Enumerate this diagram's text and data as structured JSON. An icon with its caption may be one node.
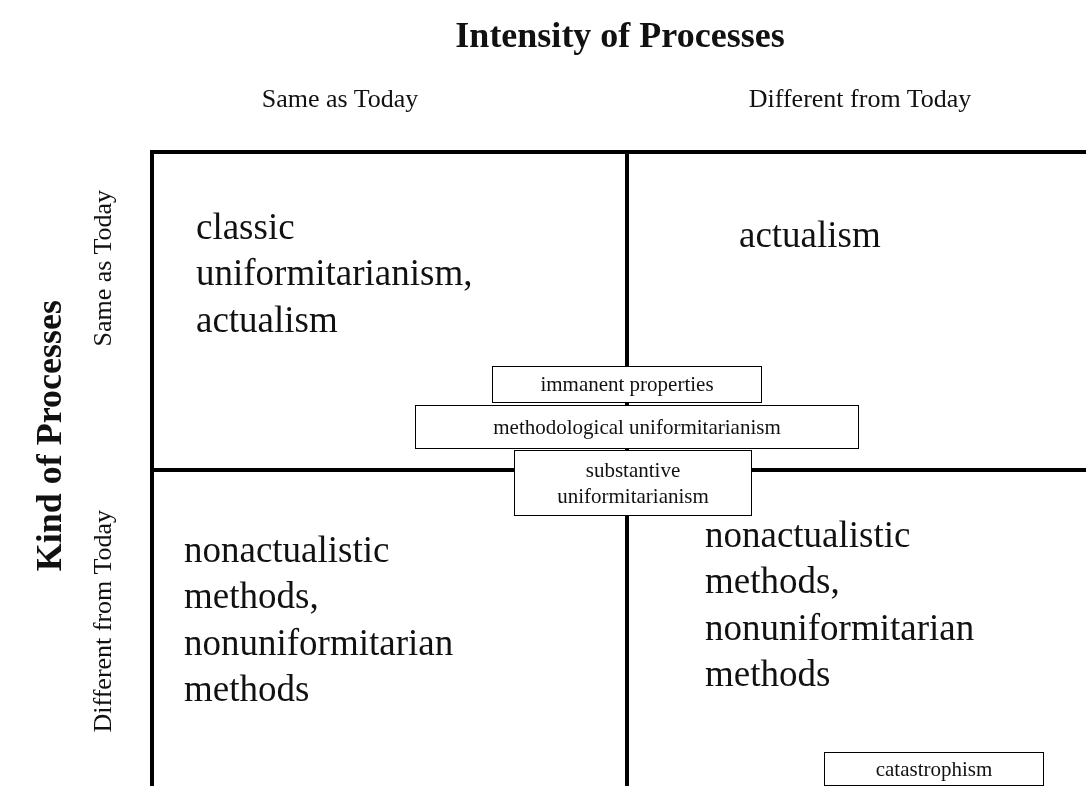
{
  "diagram": {
    "title": "Intensity of Processes",
    "nodes": [
      {
        "text": [
          "classic uniformitarianism, actualism"
        ]
      },
      {
        "text": [
          "actualism"
        ]
      },
      {
        "text": [
          "immanent properties"
        ]
      },
      {
        "text": [
          "methodological uniformitarianism"
        ]
      },
      {
        "text": [
          "substantive uniformitarianism"
        ]
      },
      {
        "text": [
          "nonactualistic methods, nonuniformitarian methods"
        ]
      },
      {
        "text": [
          "nonactualistic methods, nonuniformitarian methods"
        ]
      },
      {
        "text": [
          "catastrophism"
        ],
        "in": 6
      }
    ],
    "edges": [],
    "labels": [
      "Same as Today",
      "Different from Today",
      "Kind of Processes",
      "Same as Today",
      "Different from Today"
    ]
  }
}
